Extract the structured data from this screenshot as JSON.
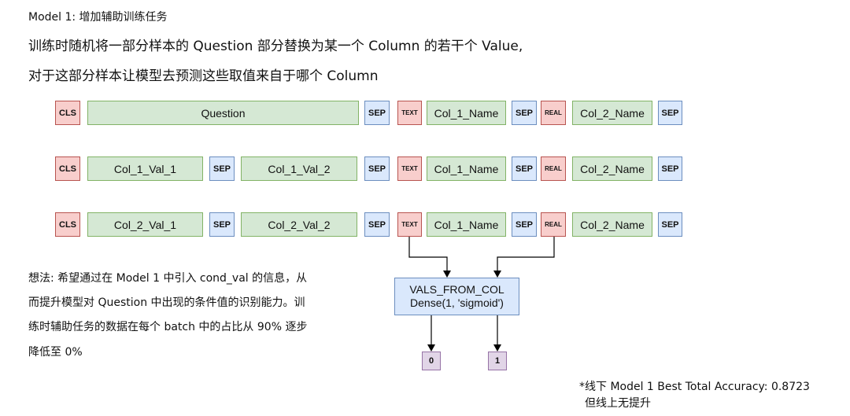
{
  "heading": {
    "line0": "Model 1: 增加辅助训练任务",
    "line1": "训练时随机将一部分样本的 Question 部分替换为某一个 Column 的若干个 Value,",
    "line2": "对于这部分样本让模型去预测这些取值来自于哪个 Column"
  },
  "rows": [
    {
      "cls": "CLS",
      "seg1": "Question",
      "sep_a": "SEP",
      "text_tag": "TEXT",
      "col1": "Col_1_Name",
      "sep_c": "SEP",
      "real_tag": "REAL",
      "col2": "Col_2_Name",
      "sep_d": "SEP"
    },
    {
      "cls": "CLS",
      "val_a": "Col_1_Val_1",
      "sep_mid": "SEP",
      "val_b": "Col_1_Val_2",
      "sep_a": "SEP",
      "text_tag": "TEXT",
      "col1": "Col_1_Name",
      "sep_c": "SEP",
      "real_tag": "REAL",
      "col2": "Col_2_Name",
      "sep_d": "SEP"
    },
    {
      "cls": "CLS",
      "val_a": "Col_2_Val_1",
      "sep_mid": "SEP",
      "val_b": "Col_2_Val_2",
      "sep_a": "SEP",
      "text_tag": "TEXT",
      "col1": "Col_1_Name",
      "sep_c": "SEP",
      "real_tag": "REAL",
      "col2": "Col_2_Name",
      "sep_d": "SEP"
    }
  ],
  "head_box": {
    "line1": "VALS_FROM_COL",
    "line2": "Dense(1, 'sigmoid')"
  },
  "outputs": [
    "0",
    "1"
  ],
  "idea": {
    "line1": "想法: 希望通过在 Model 1 中引入 cond_val 的信息，从",
    "line2": "而提升模型对 Question 中出现的条件值的识别能力。训",
    "line3": "练时辅助任务的数据在每个 batch 中的占比从 90% 逐步",
    "line4": "降低至 0%"
  },
  "note": {
    "line1": "*线下 Model 1 Best Total Accuracy: 0.8723",
    "line2": "但线上无提升"
  }
}
